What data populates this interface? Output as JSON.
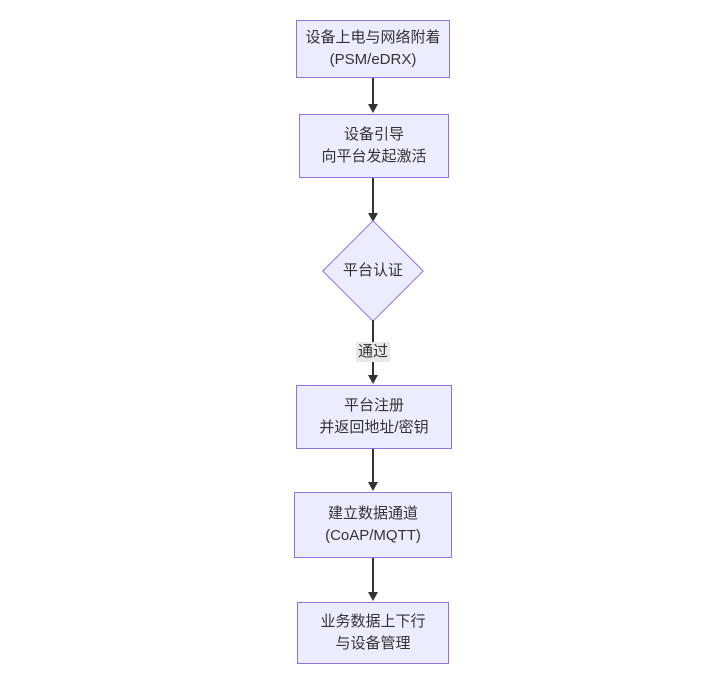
{
  "diagram": {
    "type": "flowchart",
    "direction": "top-down",
    "colors": {
      "node_fill": "#ECECFF",
      "node_border": "#9370DB",
      "edge_line": "#333333",
      "text": "#333333",
      "edge_label_bg": "#e8e8e8",
      "background": "#ffffff"
    },
    "nodes": [
      {
        "id": "power-attach",
        "shape": "rect",
        "lines": [
          "设备上电与网络附着",
          "(PSM/eDRX)"
        ]
      },
      {
        "id": "bootstrap-activate",
        "shape": "rect",
        "lines": [
          "设备引导",
          "向平台发起激活"
        ]
      },
      {
        "id": "platform-auth",
        "shape": "diamond",
        "lines": [
          "平台认证"
        ]
      },
      {
        "id": "platform-register",
        "shape": "rect",
        "lines": [
          "平台注册",
          "并返回地址/密钥"
        ]
      },
      {
        "id": "data-channel",
        "shape": "rect",
        "lines": [
          "建立数据通道",
          "(CoAP/MQTT)"
        ]
      },
      {
        "id": "business-data",
        "shape": "rect",
        "lines": [
          "业务数据上下行",
          "与设备管理"
        ]
      }
    ],
    "edges": [
      {
        "from": "power-attach",
        "to": "bootstrap-activate",
        "label": ""
      },
      {
        "from": "bootstrap-activate",
        "to": "platform-auth",
        "label": ""
      },
      {
        "from": "platform-auth",
        "to": "platform-register",
        "label": "通过"
      },
      {
        "from": "platform-register",
        "to": "data-channel",
        "label": ""
      },
      {
        "from": "data-channel",
        "to": "business-data",
        "label": ""
      }
    ]
  }
}
